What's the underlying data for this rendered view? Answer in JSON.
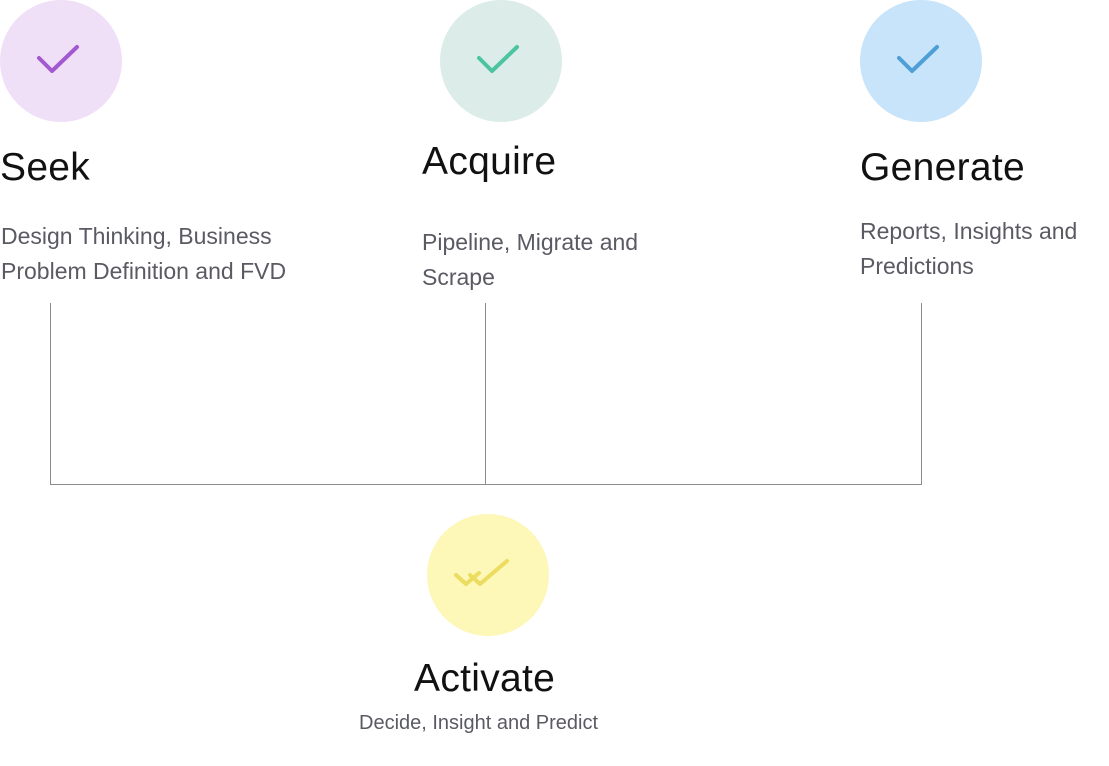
{
  "colors": {
    "seek_circle": "#efdff7",
    "seek_check": "#a259cf",
    "acquire_circle": "#dcece8",
    "acquire_check": "#4cc4a0",
    "generate_circle": "#c7e4fb",
    "generate_check": "#4d9fd6",
    "activate_circle": "#fdf7b8",
    "activate_check": "#ecdc5f",
    "connector_line": "#8c8c8c"
  },
  "stages": {
    "seek": {
      "icon": "check-icon",
      "title": "Seek",
      "desc_line1": "Design Thinking, Business",
      "desc_line2": "Problem Definition and FVD"
    },
    "acquire": {
      "icon": "check-icon",
      "title": "Acquire",
      "desc_line1": "Pipeline, Migrate and",
      "desc_line2": "Scrape"
    },
    "generate": {
      "icon": "check-icon",
      "title": "Generate",
      "desc_line1": "Reports, Insights and",
      "desc_line2": "Predictions"
    },
    "activate": {
      "icon": "double-check-icon",
      "title": "Activate",
      "desc": "Decide, Insight and Predict"
    }
  }
}
